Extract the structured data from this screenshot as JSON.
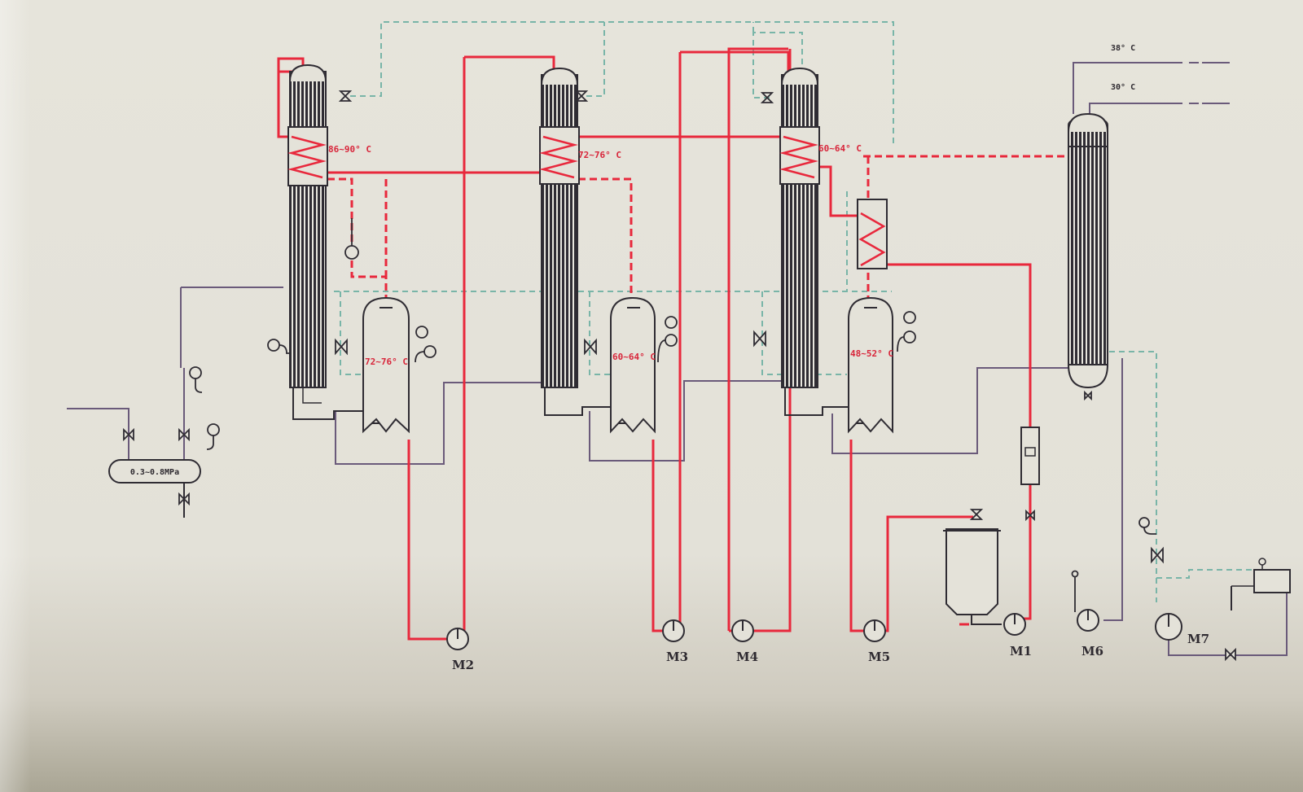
{
  "colors": {
    "steam": "#e8283c",
    "condensate": "#e8283c",
    "product": "#6a5a7a",
    "vacuum": "#79b5a8",
    "equipment": "#2f2c33",
    "background": "#e4e2d9"
  },
  "temperatures": {
    "effect1_heater": "86~90° C",
    "effect1_separator": "72~76° C",
    "effect2_heater": "72~76° C",
    "effect2_separator": "60~64° C",
    "effect3_heater": "60~64° C",
    "effect3_separator": "48~52° C",
    "cooling_out": "38° C",
    "cooling_in": "30° C"
  },
  "steam_header_pressure": "0.3~0.8MPa",
  "pumps": [
    "M2",
    "M3",
    "M4",
    "M5",
    "M1",
    "M6",
    "M7"
  ]
}
